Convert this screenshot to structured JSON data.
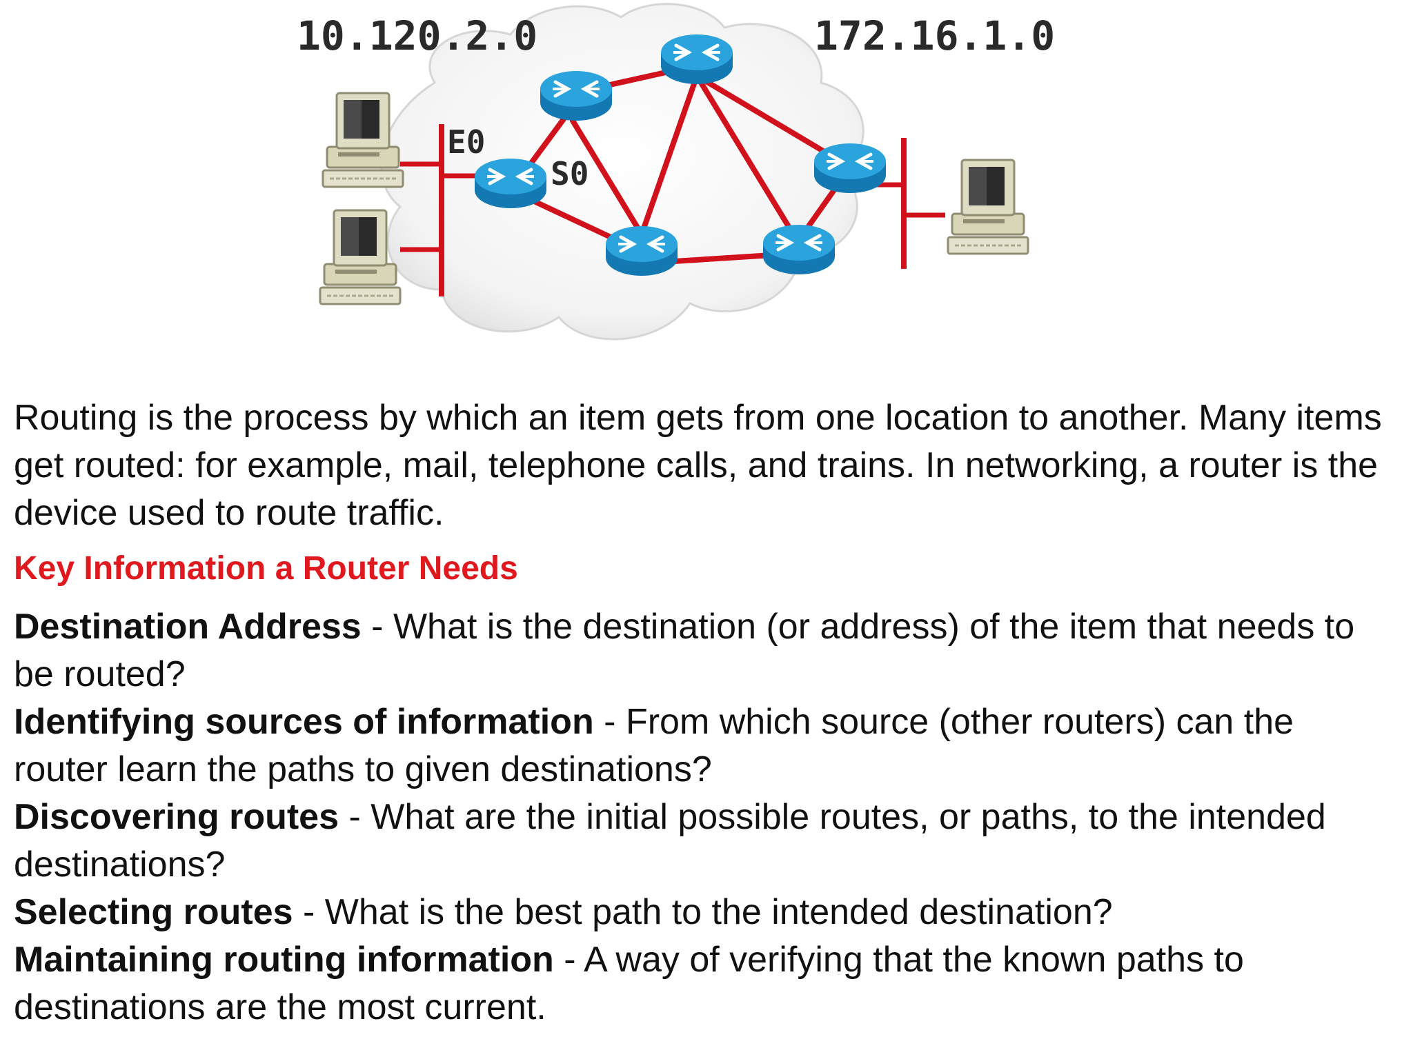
{
  "diagram": {
    "network_left": "10.120.2.0",
    "network_right": "172.16.1.0",
    "interface_ethernet": "E0",
    "interface_serial": "S0",
    "router_color": "#1f9ad6",
    "link_color": "#d1121c",
    "icons": [
      "workstation-icon",
      "router-icon",
      "cloud"
    ]
  },
  "intro": "Routing is the process by which an item gets from one location to another. Many items get routed: for example, mail, telephone calls, and trains. In networking, a router is the device used to route traffic.",
  "heading": "Key Information a Router Needs",
  "heading_color": "#e0191f",
  "items": [
    {
      "term": "Destination Address",
      "sep": " - ",
      "desc": "What is the destination (or address) of the item that needs to be routed?"
    },
    {
      "term": "Identifying sources of information",
      "sep": " - ",
      "desc": "From which source (other routers) can the router learn the paths to given destinations?"
    },
    {
      "term": "Discovering routes",
      "sep": " - ",
      "desc": "What are the initial possible routes, or paths, to the intended destinations?"
    },
    {
      "term": "Selecting routes",
      "sep": " - ",
      "desc": "What is the best path to the intended destination?"
    },
    {
      "term": "Maintaining routing information",
      "sep": " - ",
      "desc": "A way of verifying that the known paths to destinations are the most current."
    }
  ]
}
